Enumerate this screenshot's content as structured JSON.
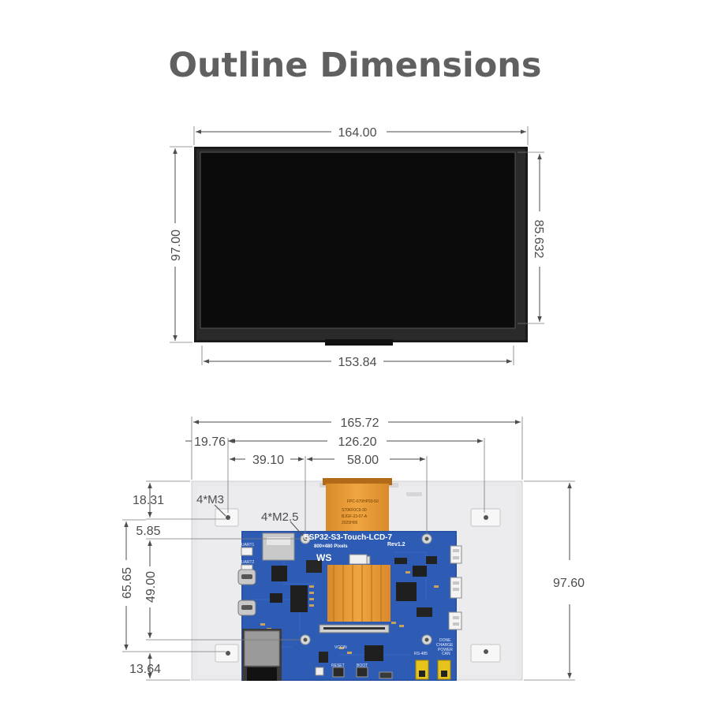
{
  "title": "Outline Dimensions",
  "top_view": {
    "width_total": "164.00",
    "height_total": "97.00",
    "height_active": "85.632",
    "width_active": "153.84"
  },
  "back_view": {
    "width_total": "165.72",
    "offset_left": "19.76",
    "hole_span_x": "126.20",
    "offset_x2": "39.10",
    "span_x3": "58.00",
    "offset_top": "18.31",
    "offset_y2": "5.85",
    "span_y1": "65.65",
    "span_y2": "49.00",
    "offset_bottom": "13.64",
    "height_total": "97.60",
    "label_m3": "4*M3",
    "label_m25": "4*M2.5"
  },
  "board": {
    "name": "ESP32-S3-Touch-LCD-7",
    "resolution": "800×480 Pixels",
    "revision": "Rev1.2",
    "fpc_text_1": "FPC-070HP93-50",
    "fpc_text_2": "S70KF0C9-30",
    "fpc_text_3": "BJGF-23-07-A",
    "fpc_text_4": "2025H06",
    "label_uart1": "UART1",
    "label_uart2": "UART2",
    "label_vccin": "VCCIN",
    "label_reset": "RESET",
    "label_boot": "BOOT",
    "label_done": "DONE",
    "label_charge": "CHARGE",
    "label_power": "POWER",
    "label_rs485": "RS-485",
    "label_can": "CAN",
    "logo": "WS"
  }
}
